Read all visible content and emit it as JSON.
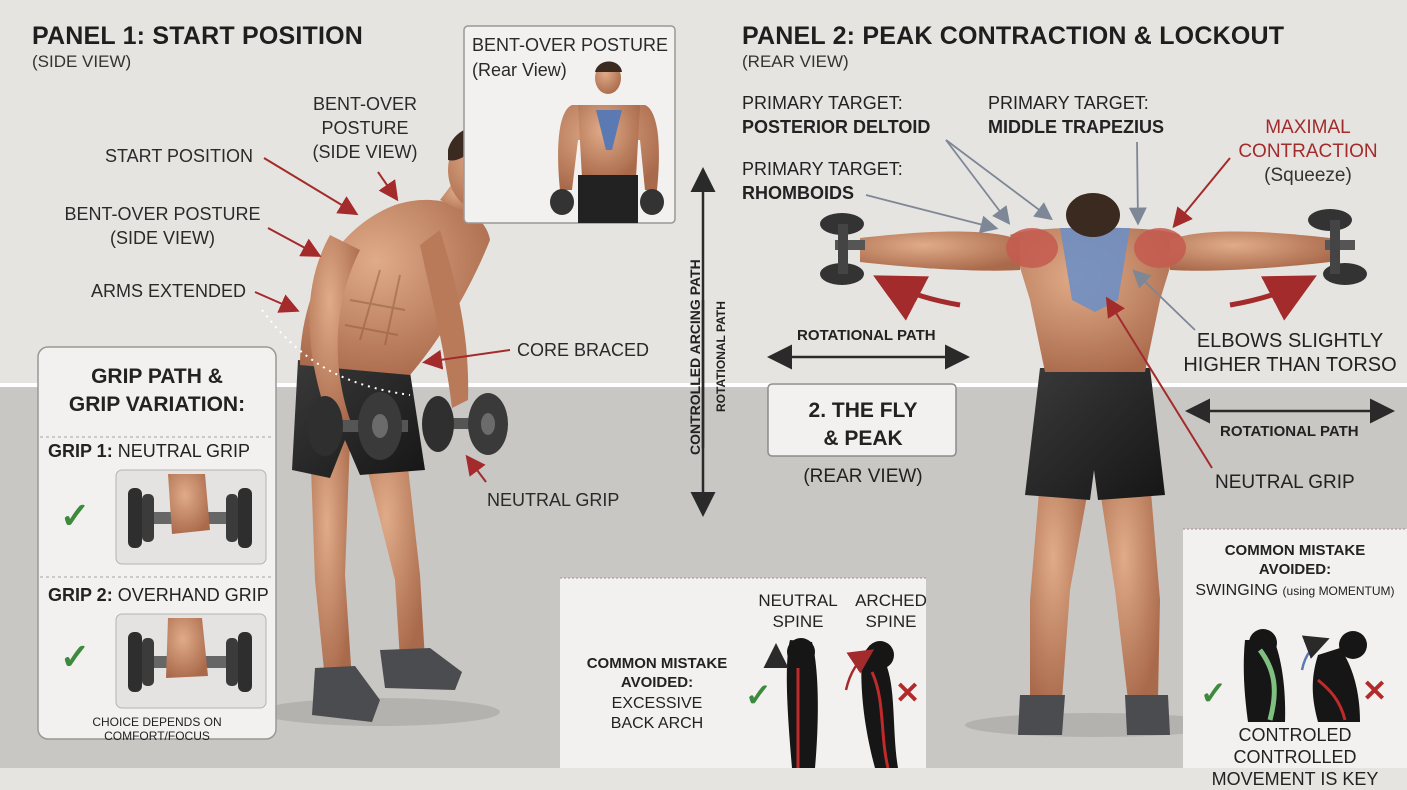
{
  "panel1": {
    "title": "PANEL 1: START POSITION",
    "subtitle": "(SIDE VIEW)",
    "labels": {
      "start_position": "START POSITION",
      "bent_over_top": "BENT-OVER POSTURE (SIDE VIEW)",
      "bent_over_left": "BENT-OVER POSTURE (SIDE VIEW)",
      "arms_extended": "ARMS EXTENDED",
      "core_braced": "CORE BRACED",
      "neutral_grip": "NEUTRAL GRIP"
    },
    "inset": {
      "title": "BENT-OVER POSTURE",
      "subtitle": "(Rear View)"
    }
  },
  "grip": {
    "title_line1": "GRIP PATH &",
    "title_line2": "GRIP VARIATION:",
    "grip1_label": "GRIP 1:",
    "grip1_name": "NEUTRAL GRIP",
    "grip2_label": "GRIP 2:",
    "grip2_name": "OVERHAND GRIP",
    "footer": "CHOICE DEPENDS ON COMFORT/FOCUS",
    "check": "✓"
  },
  "middle": {
    "vertical_label": "CONTROLLED ARCING PATH",
    "vertical_label2": "ROTATIONAL PATH",
    "rotational_path": "ROTATIONAL PATH",
    "step_line1": "2. THE FLY",
    "step_line2": "& PEAK",
    "step_sub": "(REAR VIEW)"
  },
  "panel2": {
    "title": "PANEL 2: PEAK CONTRACTION & LOCKOUT",
    "subtitle": "(REAR VIEW)",
    "targets": [
      {
        "label": "PRIMARY TARGET:",
        "muscle": "POSTERIOR DELTOID"
      },
      {
        "label": "PRIMARY TARGET:",
        "muscle": "MIDDLE TRAPEZIUS"
      },
      {
        "label": "PRIMARY TARGET:",
        "muscle": "RHOMBOIDS"
      }
    ],
    "maximal_line1": "MAXIMAL",
    "maximal_line2": "CONTRACTION",
    "maximal_sub": "(Squeeze)",
    "elbows_line1": "ELBOWS SLIGHTLY",
    "elbows_line2": "HIGHER THAN TORSO",
    "rotational_path": "ROTATIONAL PATH",
    "neutral_grip": "NEUTRAL GRIP"
  },
  "mistake1": {
    "title_line1": "COMMON MISTAKE",
    "title_line2": "AVOIDED:",
    "desc_line1": "EXCESSIVE",
    "desc_line2": "BACK ARCH",
    "neutral_line1": "NEUTRAL",
    "neutral_line2": "SPINE",
    "arched_line1": "ARCHED",
    "arched_line2": "SPINE",
    "check": "✓",
    "cross": "✕"
  },
  "mistake2": {
    "title_line1": "COMMON MISTAKE",
    "title_line2": "AVOIDED:",
    "desc": "SWINGING",
    "desc_small": "(using MOMENTUM)",
    "footer_line1": "CONTROLED CONTROLLED",
    "footer_line2": "MOVEMENT IS KEY",
    "check": "✓",
    "cross": "✕"
  },
  "colors": {
    "arrow_red": "#a32b2b",
    "arrow_dark": "#2a2a2a",
    "target_blue": "#6f8fc4",
    "delt_red": "#c45a4f",
    "check_green": "#3d8a3d",
    "skin": "#c98f6e"
  }
}
